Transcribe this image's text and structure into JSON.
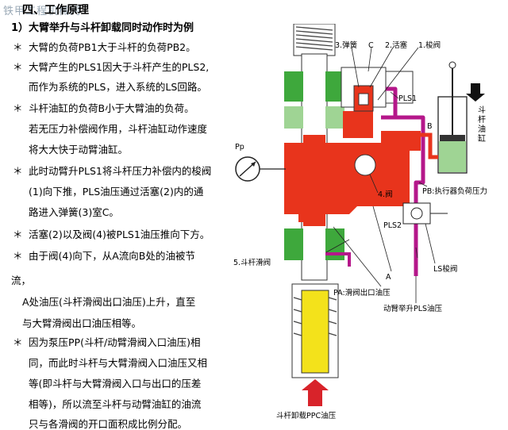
{
  "watermark": "铁甲工程机械网",
  "section_title": "四、工作原理",
  "subtitle": "1）大臂举升与斗杆卸载同时动作时为例",
  "bullet_symbol": "＊",
  "paragraphs": [
    {
      "bullet": true,
      "text": "大臂的负荷PB1大于斗杆的负荷PB2。"
    },
    {
      "bullet": true,
      "text": "大臂产生的PLS1因大于斗杆产生的PLS2,"
    },
    {
      "bullet": false,
      "text": "而作为系统的PLS，进入系统的LS回路。"
    },
    {
      "bullet": true,
      "text": "斗杆油缸的负荷B小于大臂油的负荷。"
    },
    {
      "bullet": false,
      "text": "若无压力补偿阀作用，斗杆油缸动作速度"
    },
    {
      "bullet": false,
      "text": "将大大快于动臂油缸。"
    },
    {
      "bullet": true,
      "text": "此时动臂升PLS1将斗杆压力补偿内的梭阀"
    },
    {
      "bullet": false,
      "text": "(1)向下推，PLS油压通过活塞(2)内的通"
    },
    {
      "bullet": false,
      "text": "路进入弹簧(3)室C。"
    },
    {
      "bullet": true,
      "text": "活塞(2)以及阀(4)被PLS1油压推向下方。"
    },
    {
      "bullet": true,
      "text": "由于阀(4)向下，从A流向B处的油被节"
    }
  ],
  "tail_lines": [
    "流，",
    "A处油压(斗杆滑阀出口油压)上升，直至",
    "与大臂滑阀出口油压相等。"
  ],
  "final_paragraph": [
    "因为泵压PP(斗杆/动臂滑阀入口油压)相",
    "同，而此时斗杆与大臂滑阀入口油压又相",
    "等(即斗杆与大臂滑阀入口与出口的压差",
    "相等)，所以流至斗杆与动臂油缸的油流",
    "只与各滑阀的开口面积成比例分配。"
  ],
  "diagram_labels": {
    "spring": "3.弹簧",
    "c": "C",
    "piston": "2.活塞",
    "shuttle": "1.梭阀",
    "pls1": "PLS1",
    "b": "B",
    "cylinder": "斗杆油缸",
    "pp": "Pp",
    "valve4": "4.阀",
    "pb": "PB:执行器负荷压力",
    "pls2": "PLS2",
    "spool5": "5.斗杆滑阀",
    "a": "A",
    "ls_shuttle": "LS梭阀",
    "pa": "PA:滑阀出口油压",
    "boom_pls": "动臂举升PLS油压",
    "ppc": "斗杆卸载PPC油压"
  },
  "colors": {
    "oil_red": "#e8341c",
    "pilot_yellow": "#f3e21b",
    "pls_purple": "#b5178a",
    "return_green": "#3ea83c",
    "light_green": "#9fd494",
    "arrow_red": "#d8232a",
    "body_grey": "#d9d9d9"
  }
}
